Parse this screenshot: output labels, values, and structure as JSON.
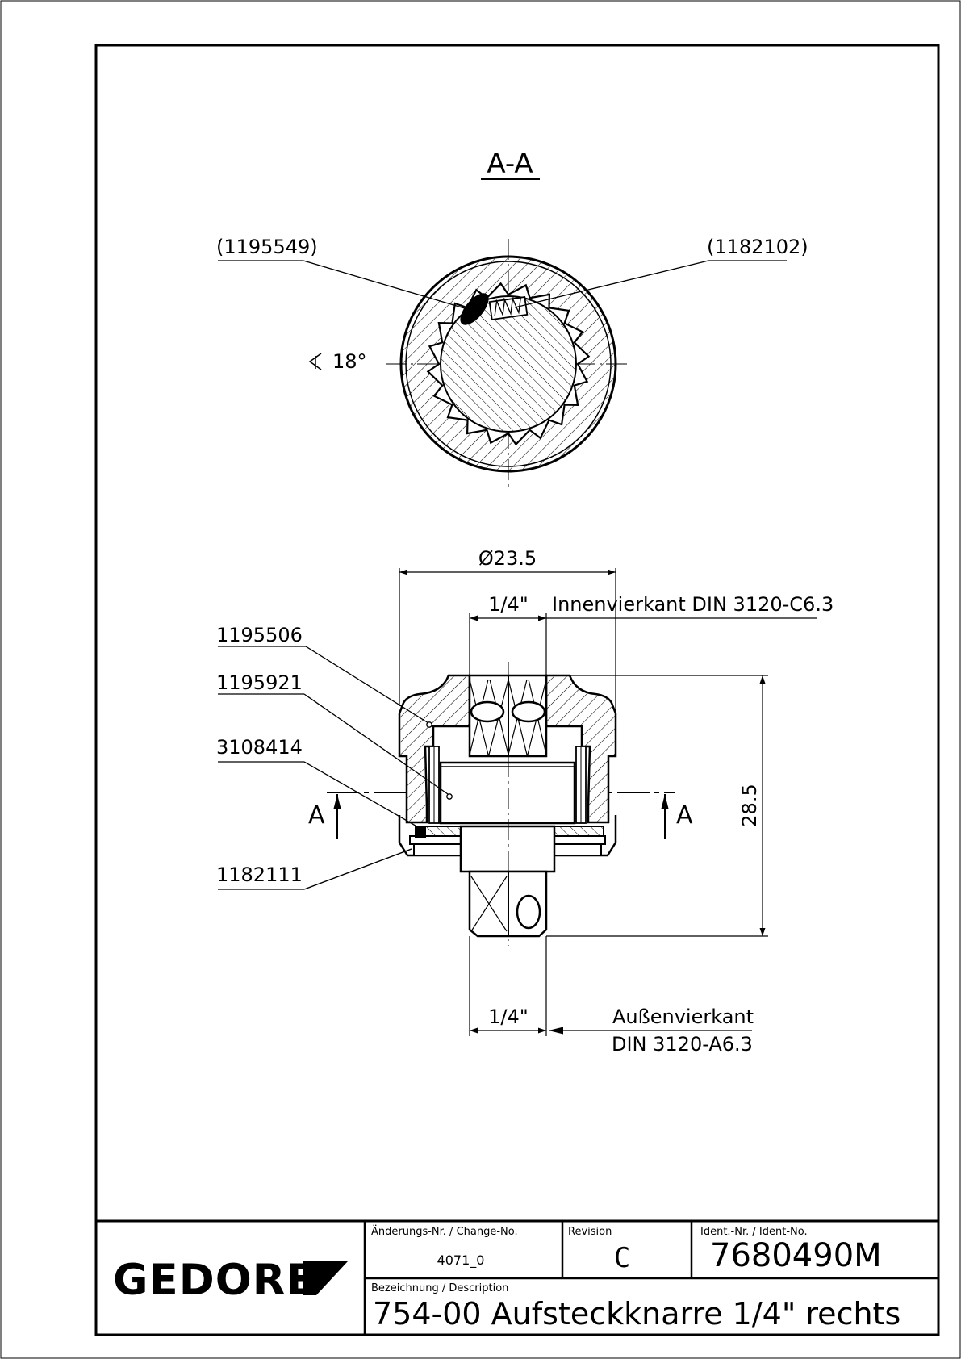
{
  "section_title": "A-A",
  "section_view": {
    "callout_left": "(1195549)",
    "callout_right": "(1182102)",
    "angle": "18°"
  },
  "side_view": {
    "dim_diameter": "Ø23.5",
    "dim_top_square": "1/4\"",
    "label_inner_square": "Innenvierkant DIN 3120-C6.3",
    "callouts": [
      "1195506",
      "1195921",
      "3108414",
      "1182111"
    ],
    "section_marker": "A",
    "dim_height": "28.5",
    "dim_bottom_square": "1/4\"",
    "label_outer_square_1": "Außenvierkant",
    "label_outer_square_2": "DIN 3120-A6.3"
  },
  "title_block": {
    "logo": "GEDORE",
    "change_label": "Änderungs-Nr. / Change-No.",
    "change_value": "4071_0",
    "revision_label": "Revision",
    "revision_value": "C",
    "ident_label": "Ident.-Nr. / Ident-No.",
    "ident_value": "7680490M",
    "description_label": "Bezeichnung / Description",
    "description_value": "754-00 Aufsteckknarre 1/4\" rechts"
  }
}
